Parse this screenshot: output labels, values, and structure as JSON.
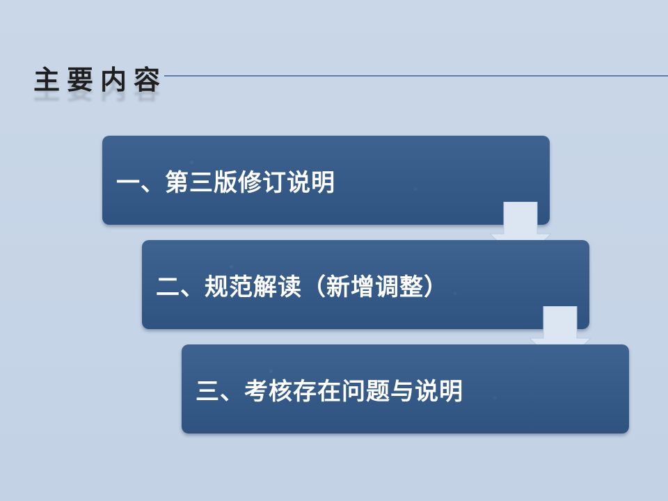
{
  "slide": {
    "title": "主要内容",
    "steps": [
      "一、第三版修订说明",
      "二、规范解读（新增调整）",
      "三、考核存在问题与说明"
    ]
  },
  "colors": {
    "background": "#c5d4e6",
    "box_fill": "#2f5380",
    "arrow_fill": "#dce6f3",
    "title_rule": "#5b7ca8"
  },
  "icons": {
    "step_connector": "down-arrow-icon"
  }
}
